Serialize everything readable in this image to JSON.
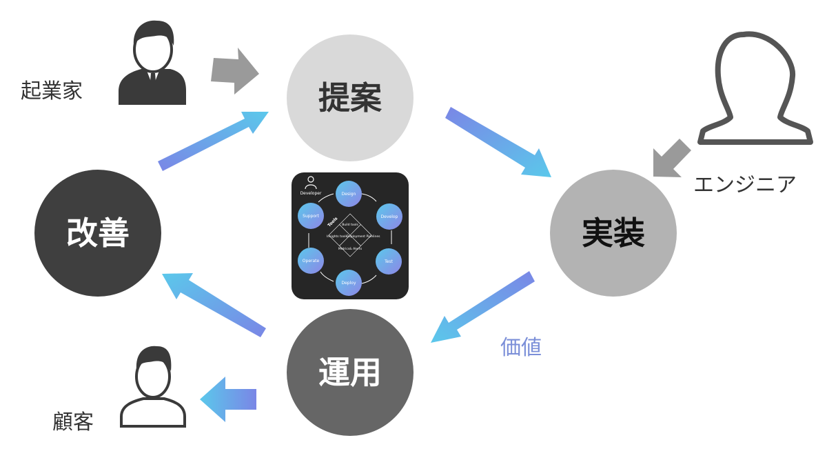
{
  "cycle": {
    "proposal": "提案",
    "implementation": "実装",
    "operation": "運用",
    "improvement": "改善"
  },
  "roles": {
    "entrepreneur": "起業家",
    "engineer": "エンジニア",
    "customer": "顧客"
  },
  "value_label": "価値",
  "devops_panel": {
    "developer": "Developer",
    "stages": [
      "Design",
      "Develop",
      "Test",
      "Deploy",
      "Operate",
      "Support"
    ],
    "tools_label": "Tools",
    "tool_items": [
      "Build tools",
      "Deployment Pipelines",
      "Metrics& Alerts",
      "Insights tools"
    ]
  },
  "colors": {
    "proposal_circle": "#d9d9d9",
    "implementation_circle": "#b3b3b3",
    "operation_circle": "#666666",
    "improvement_circle": "#3f3f3f",
    "gradient_blue": "#5bc0eb",
    "gradient_purple": "#7a86e6",
    "gray_arrow": "#9a9a9a",
    "panel_bg": "#262626"
  }
}
